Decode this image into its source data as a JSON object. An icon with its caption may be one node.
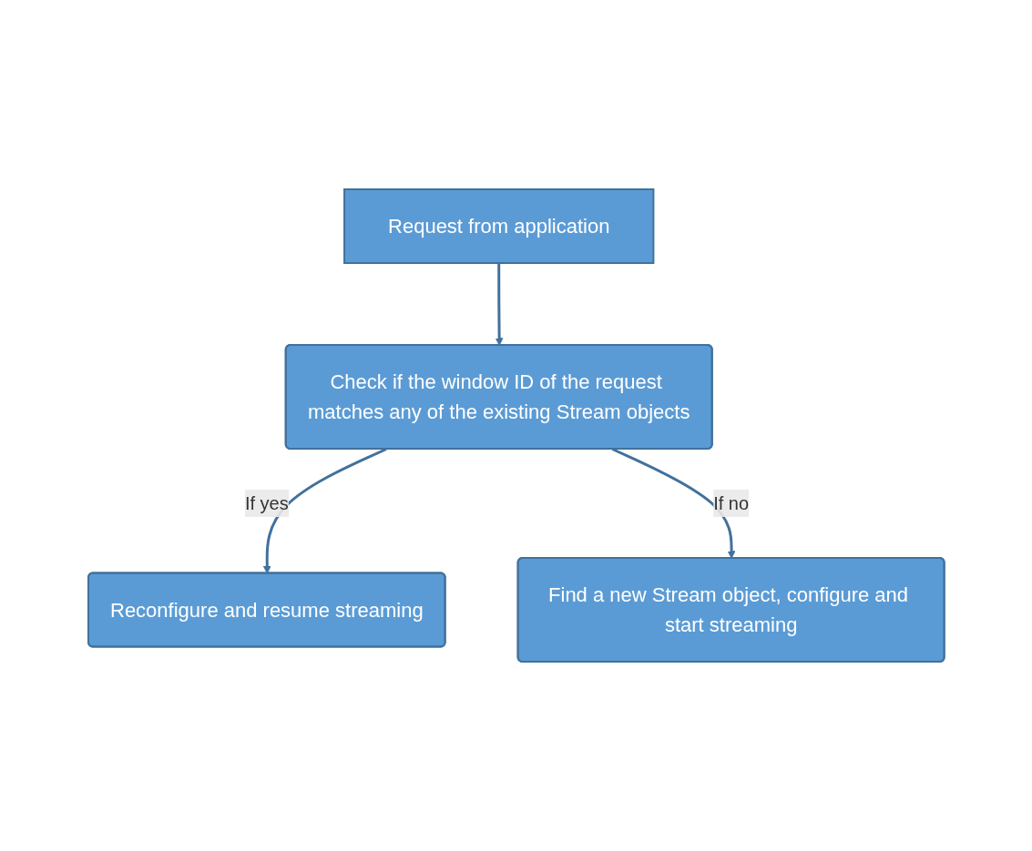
{
  "diagram": {
    "nodes": [
      {
        "text": [
          "Request from application"
        ]
      },
      {
        "text": [
          "Check if the window ID of the request matches any of the existing Stream objects"
        ]
      },
      {
        "text": [
          "Reconfigure and resume streaming"
        ]
      },
      {
        "text": [
          "Find a new Stream object, configure and start streaming"
        ]
      }
    ],
    "edges": [
      {
        "from": 0,
        "to": 1,
        "arrow": "to"
      },
      {
        "from": 1,
        "to": 2,
        "arrow": "to",
        "label": "If yes"
      },
      {
        "from": 1,
        "to": 3,
        "arrow": "to",
        "label": "If no"
      }
    ]
  }
}
